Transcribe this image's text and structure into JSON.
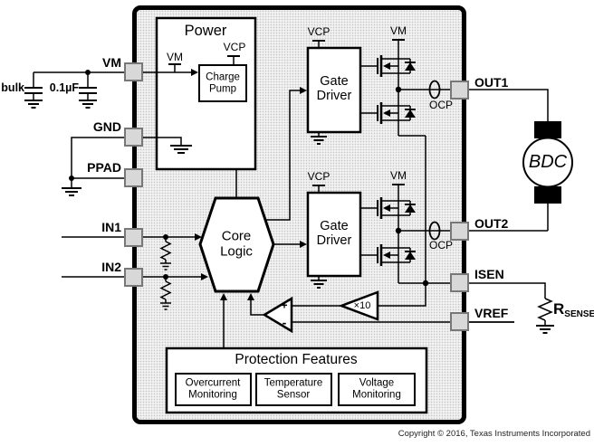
{
  "chip": {
    "copyright": "Copyright © 2016, Texas Instruments Incorporated",
    "colors": {
      "chip_fill": "#f2f2f2",
      "pin_fill": "#d8d8d8",
      "line": "#000000",
      "block_fill": "#ffffff"
    }
  },
  "pins": {
    "vm": "VM",
    "gnd": "GND",
    "ppad": "PPAD",
    "in1": "IN1",
    "in2": "IN2",
    "out1": "OUT1",
    "out2": "OUT2",
    "isen": "ISEN",
    "vref": "VREF"
  },
  "blocks": {
    "power": "Power",
    "charge_pump_line1": "Charge",
    "charge_pump_line2": "Pump",
    "gate_driver_line1": "Gate",
    "gate_driver_line2": "Driver",
    "core_logic_line1": "Core",
    "core_logic_line2": "Logic",
    "protection_title": "Protection Features",
    "overcurrent_line1": "Overcurrent",
    "overcurrent_line2": "Monitoring",
    "temperature_line1": "Temperature",
    "temperature_line2": "Sensor",
    "voltage_line1": "Voltage",
    "voltage_line2": "Monitoring"
  },
  "nets": {
    "vm": "VM",
    "vcp": "VCP",
    "ocp": "OCP",
    "bulk_cap": "bulk",
    "bypass_cap": "0.1µF",
    "gain": "×10",
    "plus": "+",
    "minus": "-",
    "motor": "BDC",
    "rsense_main": "R",
    "rsense_sub": "SENSE"
  }
}
